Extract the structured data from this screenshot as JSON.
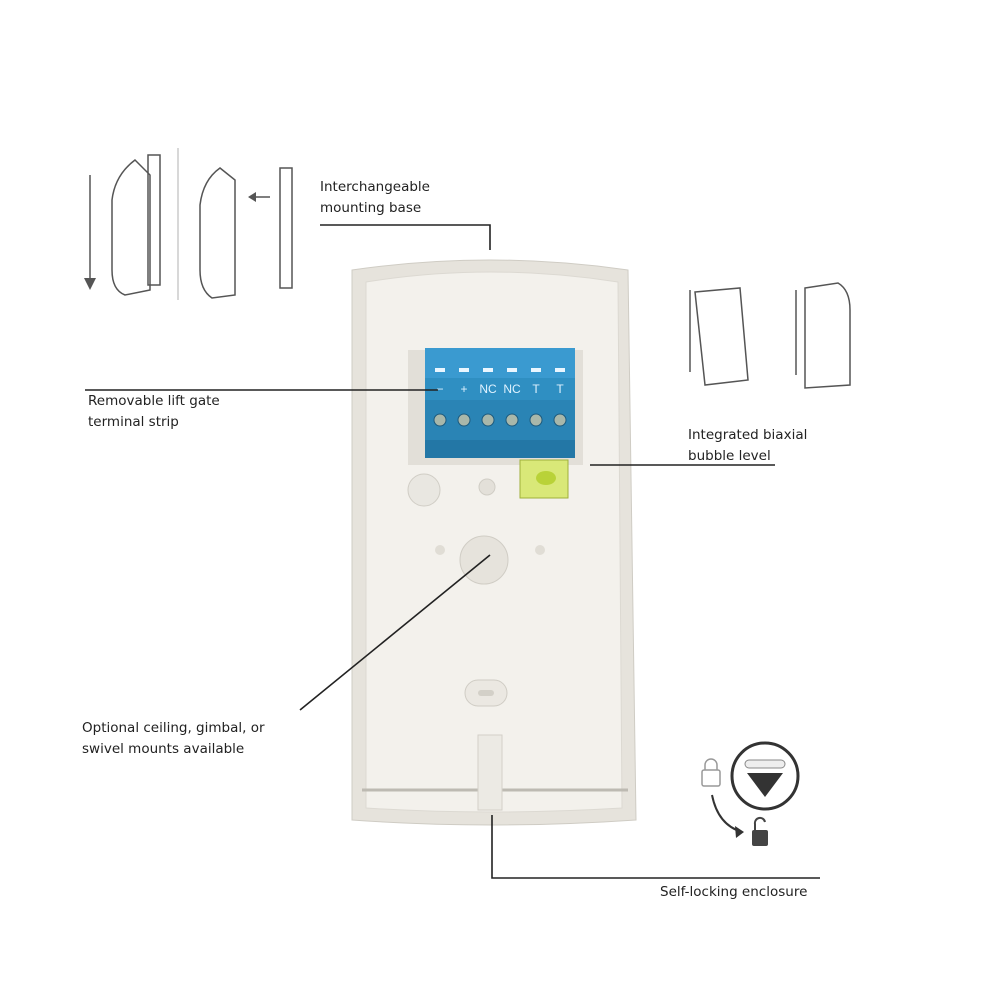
{
  "callouts": {
    "mounting_base": [
      "Interchangeable",
      "mounting base"
    ],
    "terminal_strip": [
      "Removable lift gate",
      "terminal strip"
    ],
    "bubble_level": [
      "Integrated biaxial",
      "bubble level"
    ],
    "mounts": [
      "Optional ceiling, gimbal, or",
      "swivel mounts available"
    ],
    "enclosure": [
      "Self-locking enclosure"
    ]
  },
  "terminal_labels": [
    "−",
    "+",
    "NC",
    "NC",
    "T",
    "T"
  ],
  "colors": {
    "terminal": "#2f8fc2",
    "housing": "#f1efe9",
    "line": "#222222",
    "bubble": "#c8e04a"
  }
}
